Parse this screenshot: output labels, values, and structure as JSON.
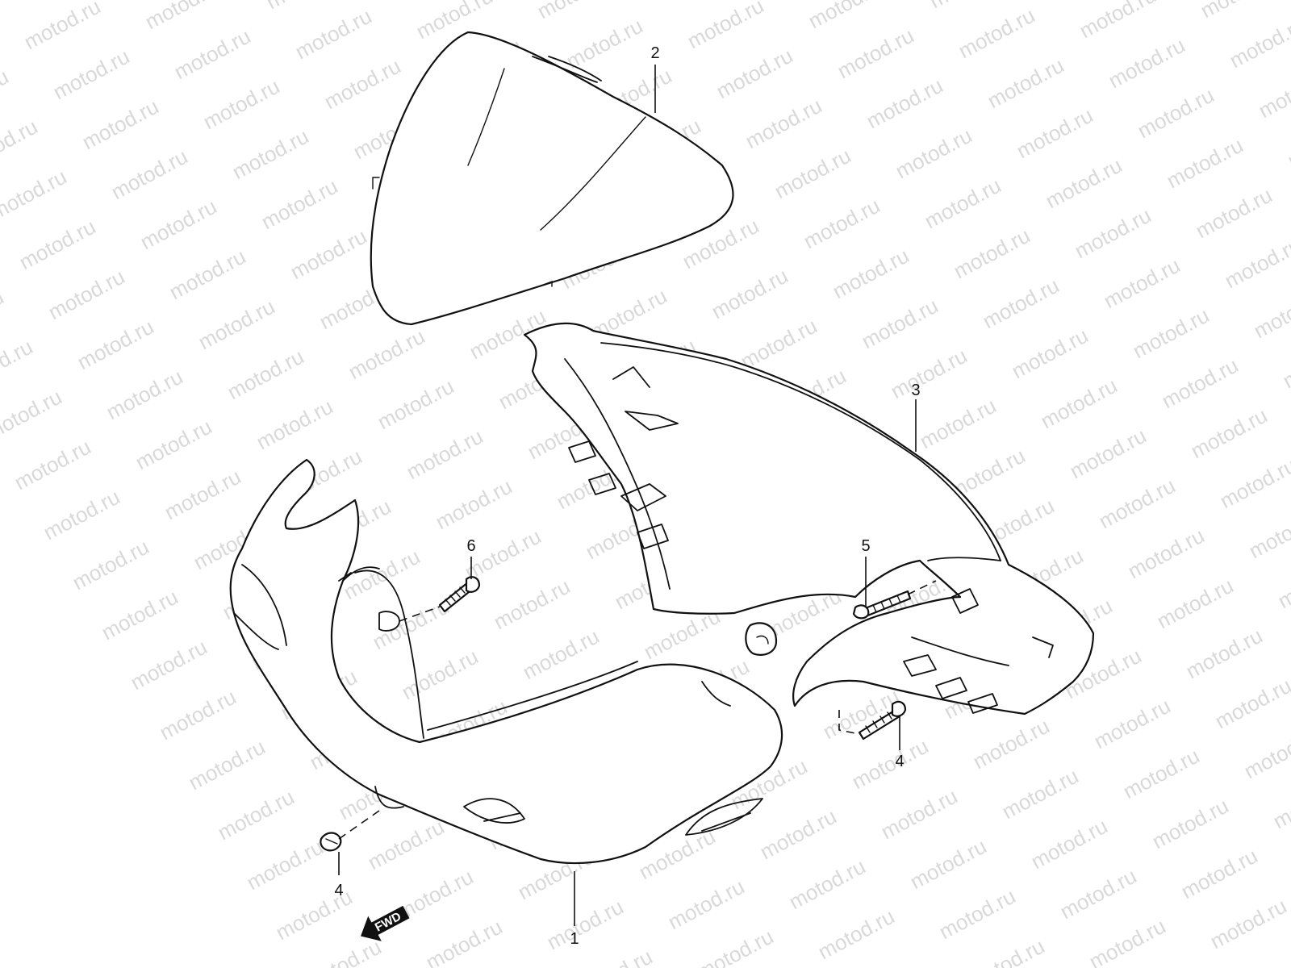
{
  "watermark": {
    "text": "motod.ru"
  },
  "callouts": {
    "part_1": "1",
    "part_2": "2",
    "part_3": "3",
    "part_4_left": "4",
    "part_4_right": "4",
    "part_5": "5",
    "part_6": "6"
  },
  "fwd_arrow": {
    "label": "FWD"
  },
  "colors": {
    "line": "#111111",
    "watermark": "#d9d9d9",
    "background": "#ffffff"
  }
}
